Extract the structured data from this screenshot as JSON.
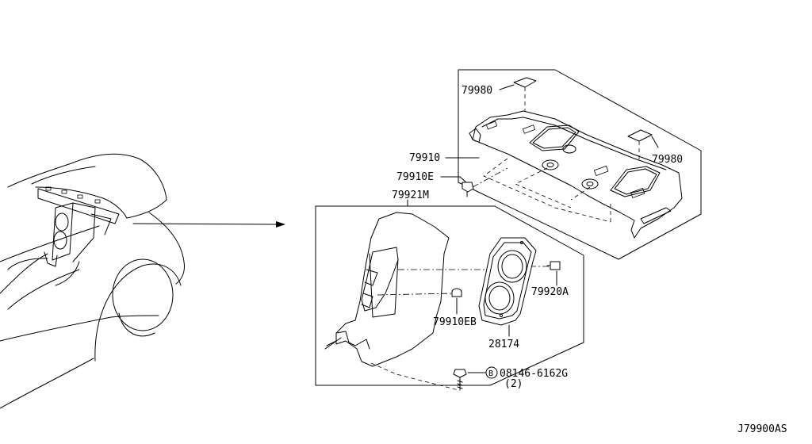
{
  "diagram_id": "J79900AS",
  "parts": {
    "p79980_top": "79980",
    "p79980_right": "79980",
    "p79910": "79910",
    "p79910E": "79910E",
    "p79921M": "79921M",
    "p79920A": "79920A",
    "p79910EB": "79910EB",
    "p28174": "28174",
    "p08146": "08146-6162G",
    "p08146_qty": "(2)",
    "p08146_prefix": "B"
  }
}
